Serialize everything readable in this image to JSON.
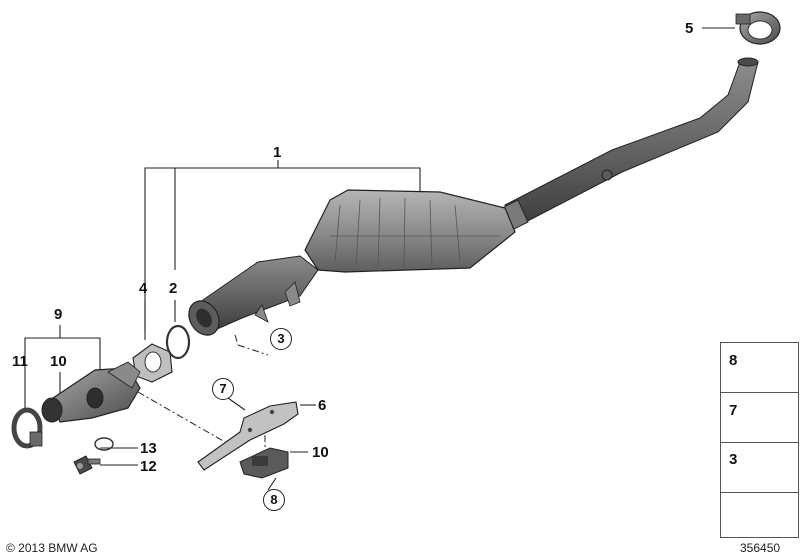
{
  "callouts": {
    "c1": "1",
    "c2": "2",
    "c3": "3",
    "c4": "4",
    "c5": "5",
    "c6": "6",
    "c7": "7",
    "c8": "8",
    "c9": "9",
    "c10a": "10",
    "c10b": "10",
    "c11": "11",
    "c12": "12",
    "c13": "13"
  },
  "legend": {
    "item1": "8",
    "item2": "7",
    "item3": "3"
  },
  "footer": {
    "copyright": "© 2013 BMW AG",
    "diagram_number": "356450"
  }
}
